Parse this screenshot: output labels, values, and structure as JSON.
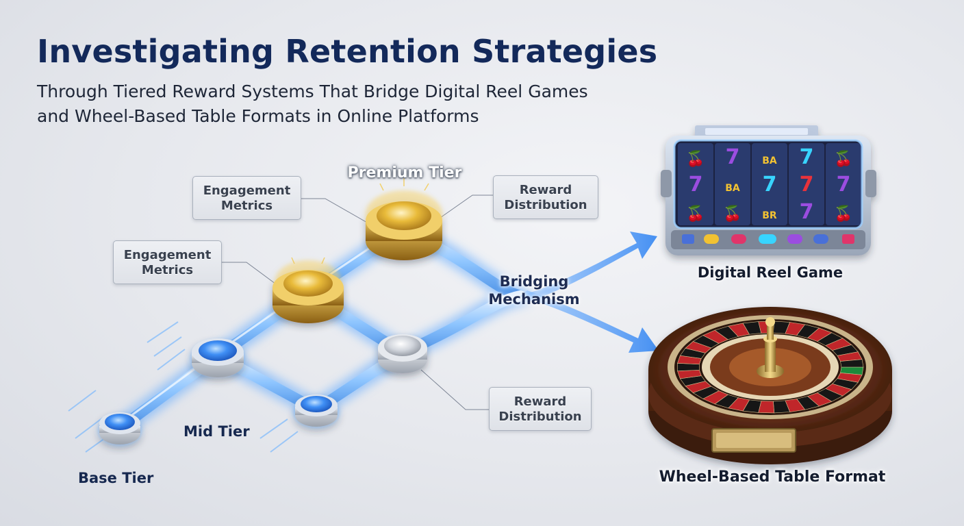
{
  "title": "Investigating Retention Strategies",
  "subtitle_line1": "Through Tiered Reward Systems That Bridge Digital Reel Games",
  "subtitle_line2": "and Wheel-Based Table Formats in Online Platforms",
  "tiers": {
    "base": "Base Tier",
    "mid": "Mid Tier",
    "premium": "Premium Tier"
  },
  "callouts": {
    "engagement_top": [
      "Engagement",
      "Metrics"
    ],
    "engagement_mid": [
      "Engagement",
      "Metrics"
    ],
    "reward_top": [
      "Reward",
      "Distribution"
    ],
    "reward_bottom": [
      "Reward",
      "Distribution"
    ]
  },
  "bridge": [
    "Bridging",
    "Mechanism"
  ],
  "destinations": {
    "reel": "Digital Reel Game",
    "wheel": "Wheel-Based Table Format"
  },
  "reel_symbols": [
    [
      "🍒",
      "7",
      "BA",
      "7",
      "🍒"
    ],
    [
      "7",
      "BA",
      "7",
      "7",
      "7"
    ],
    [
      "🍒",
      "🍒",
      "BR",
      "7",
      "🍒"
    ]
  ],
  "colors": {
    "title": "#13295a",
    "blue_node": "#3a8dff",
    "gold_node": "#e4b52e",
    "silver_node": "#c9ced6",
    "path_glow": "#6fb4ff",
    "wheel_wood": "#5a2a16",
    "roulette_red": "#c0262b",
    "roulette_green": "#1e8a3a"
  }
}
